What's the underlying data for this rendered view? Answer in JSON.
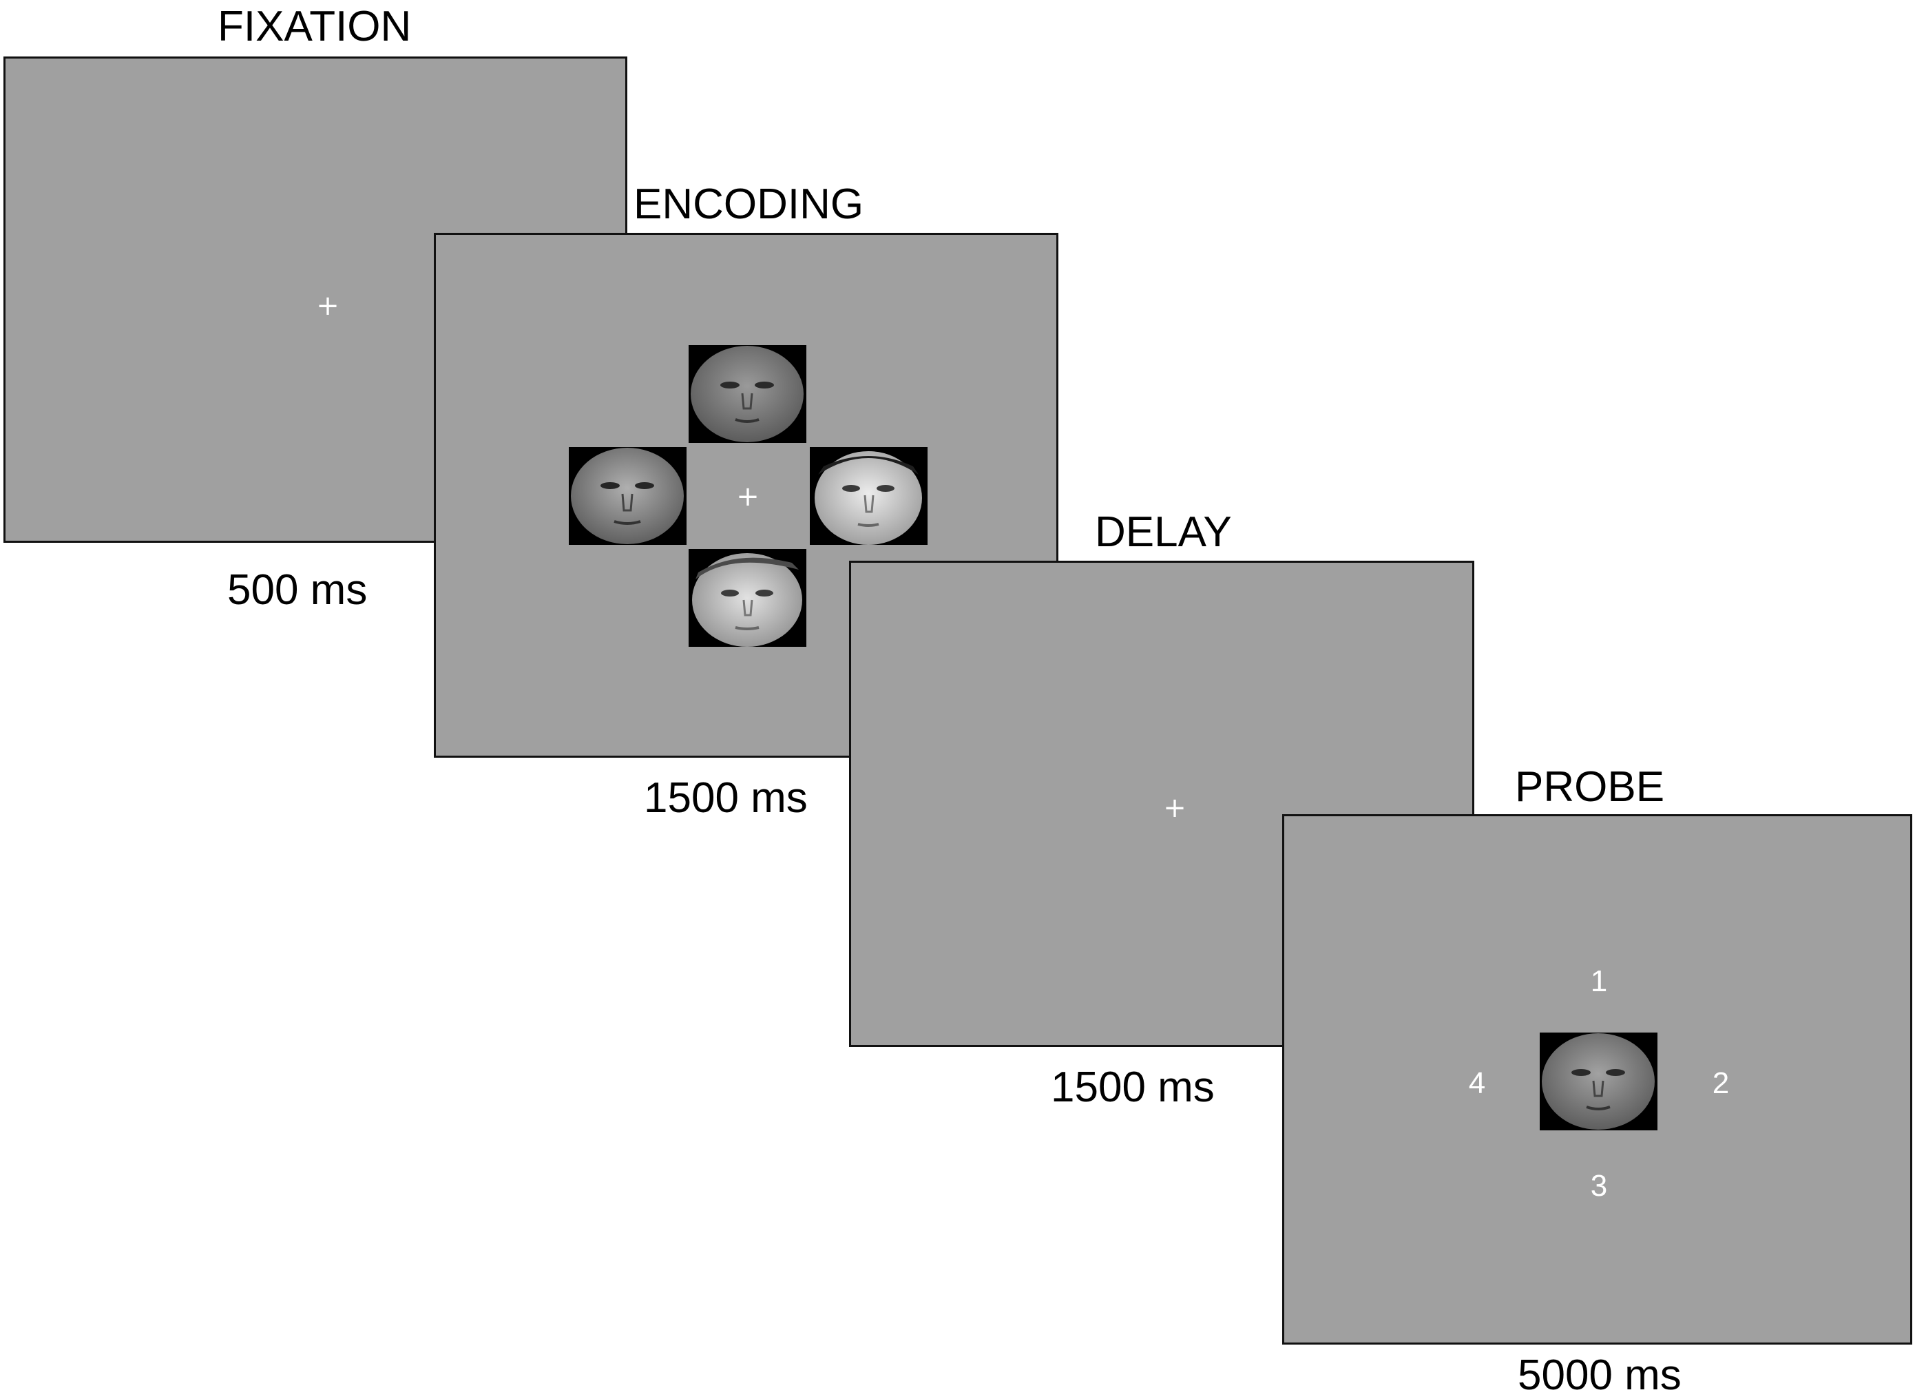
{
  "stages": {
    "fixation": {
      "title": "FIXATION",
      "duration": "500 ms",
      "cross": "+"
    },
    "encoding": {
      "title": "ENCODING",
      "duration": "1500 ms",
      "cross": "+"
    },
    "delay": {
      "title": "DELAY",
      "duration": "1500 ms",
      "cross": "+"
    },
    "probe": {
      "title": "PROBE",
      "duration": "5000 ms",
      "numbers": {
        "top": "1",
        "right": "2",
        "bottom": "3",
        "left": "4"
      }
    }
  },
  "icons": {
    "face": "face-photo-icon"
  },
  "colors": {
    "screen_gray": "#a0a0a0",
    "border": "#111111",
    "stimulus_text": "#ffffff"
  }
}
